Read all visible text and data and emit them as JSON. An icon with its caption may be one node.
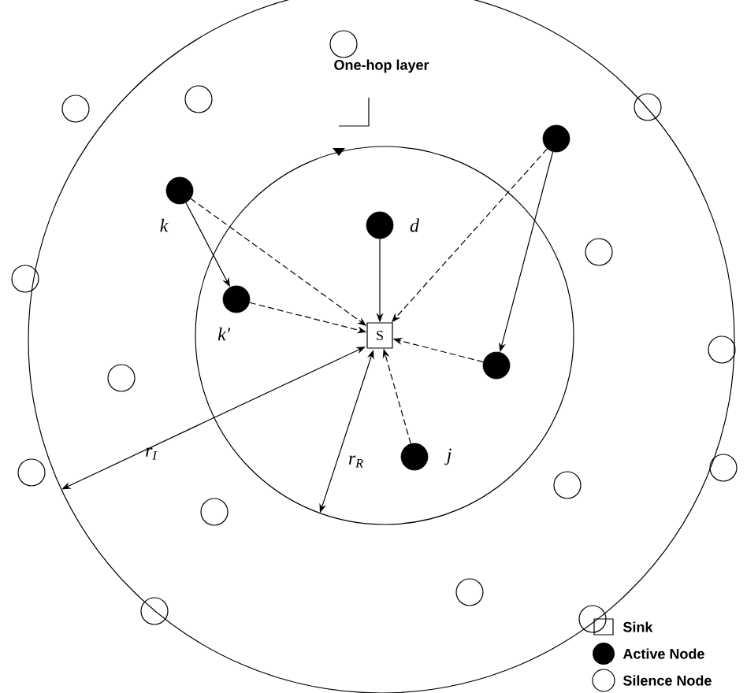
{
  "diagram": {
    "nodes": [
      {
        "text": [
          "S"
        ]
      },
      {
        "text": [],
        "shape": "dot",
        "beside": [
          "k"
        ]
      },
      {
        "text": [],
        "shape": "dot"
      },
      {
        "text": [],
        "shape": "dot",
        "beside": [
          "d"
        ]
      },
      {
        "text": [],
        "shape": "dot",
        "beside": [
          "k'"
        ]
      },
      {
        "text": [],
        "shape": "dot"
      },
      {
        "text": [],
        "shape": "dot",
        "beside": [
          "j"
        ]
      },
      {
        "text": [],
        "shape": "circle"
      },
      {
        "text": [],
        "shape": "circle"
      },
      {
        "text": [],
        "shape": "circle"
      },
      {
        "text": [],
        "shape": "circle"
      },
      {
        "text": [],
        "shape": "circle"
      },
      {
        "text": [],
        "shape": "circle"
      },
      {
        "text": [],
        "shape": "circle"
      },
      {
        "text": [],
        "shape": "circle"
      },
      {
        "text": [],
        "shape": "circle"
      },
      {
        "text": [],
        "shape": "circle"
      },
      {
        "text": [],
        "shape": "circle"
      },
      {
        "text": [],
        "shape": "circle"
      },
      {
        "text": [],
        "shape": "circle"
      },
      {
        "text": [],
        "shape": "circle"
      },
      {
        "text": [],
        "shape": "circle"
      }
    ],
    "edges": [
      {
        "from": 1,
        "to": 4,
        "arrow": "to"
      },
      {
        "from": 1,
        "to": 0,
        "arrow": "to",
        "style": "dashed"
      },
      {
        "from": 4,
        "to": 0,
        "arrow": "to",
        "style": "dashed"
      },
      {
        "from": 3,
        "to": 0,
        "arrow": "to"
      },
      {
        "from": 2,
        "to": 0,
        "arrow": "to",
        "style": "dashed"
      },
      {
        "from": 2,
        "to": 5,
        "arrow": "to"
      },
      {
        "from": 5,
        "to": 0,
        "arrow": "to",
        "style": "dashed"
      },
      {
        "from": 6,
        "to": 0,
        "arrow": "to",
        "style": "dashed"
      }
    ],
    "labels": [
      "One-hop layer",
      "r$_{I}$",
      "r$_{R}$"
    ],
    "legend": [
      {
        "text": "Sink"
      },
      {
        "text": "Active Node"
      },
      {
        "text": "Silence Node"
      }
    ]
  }
}
